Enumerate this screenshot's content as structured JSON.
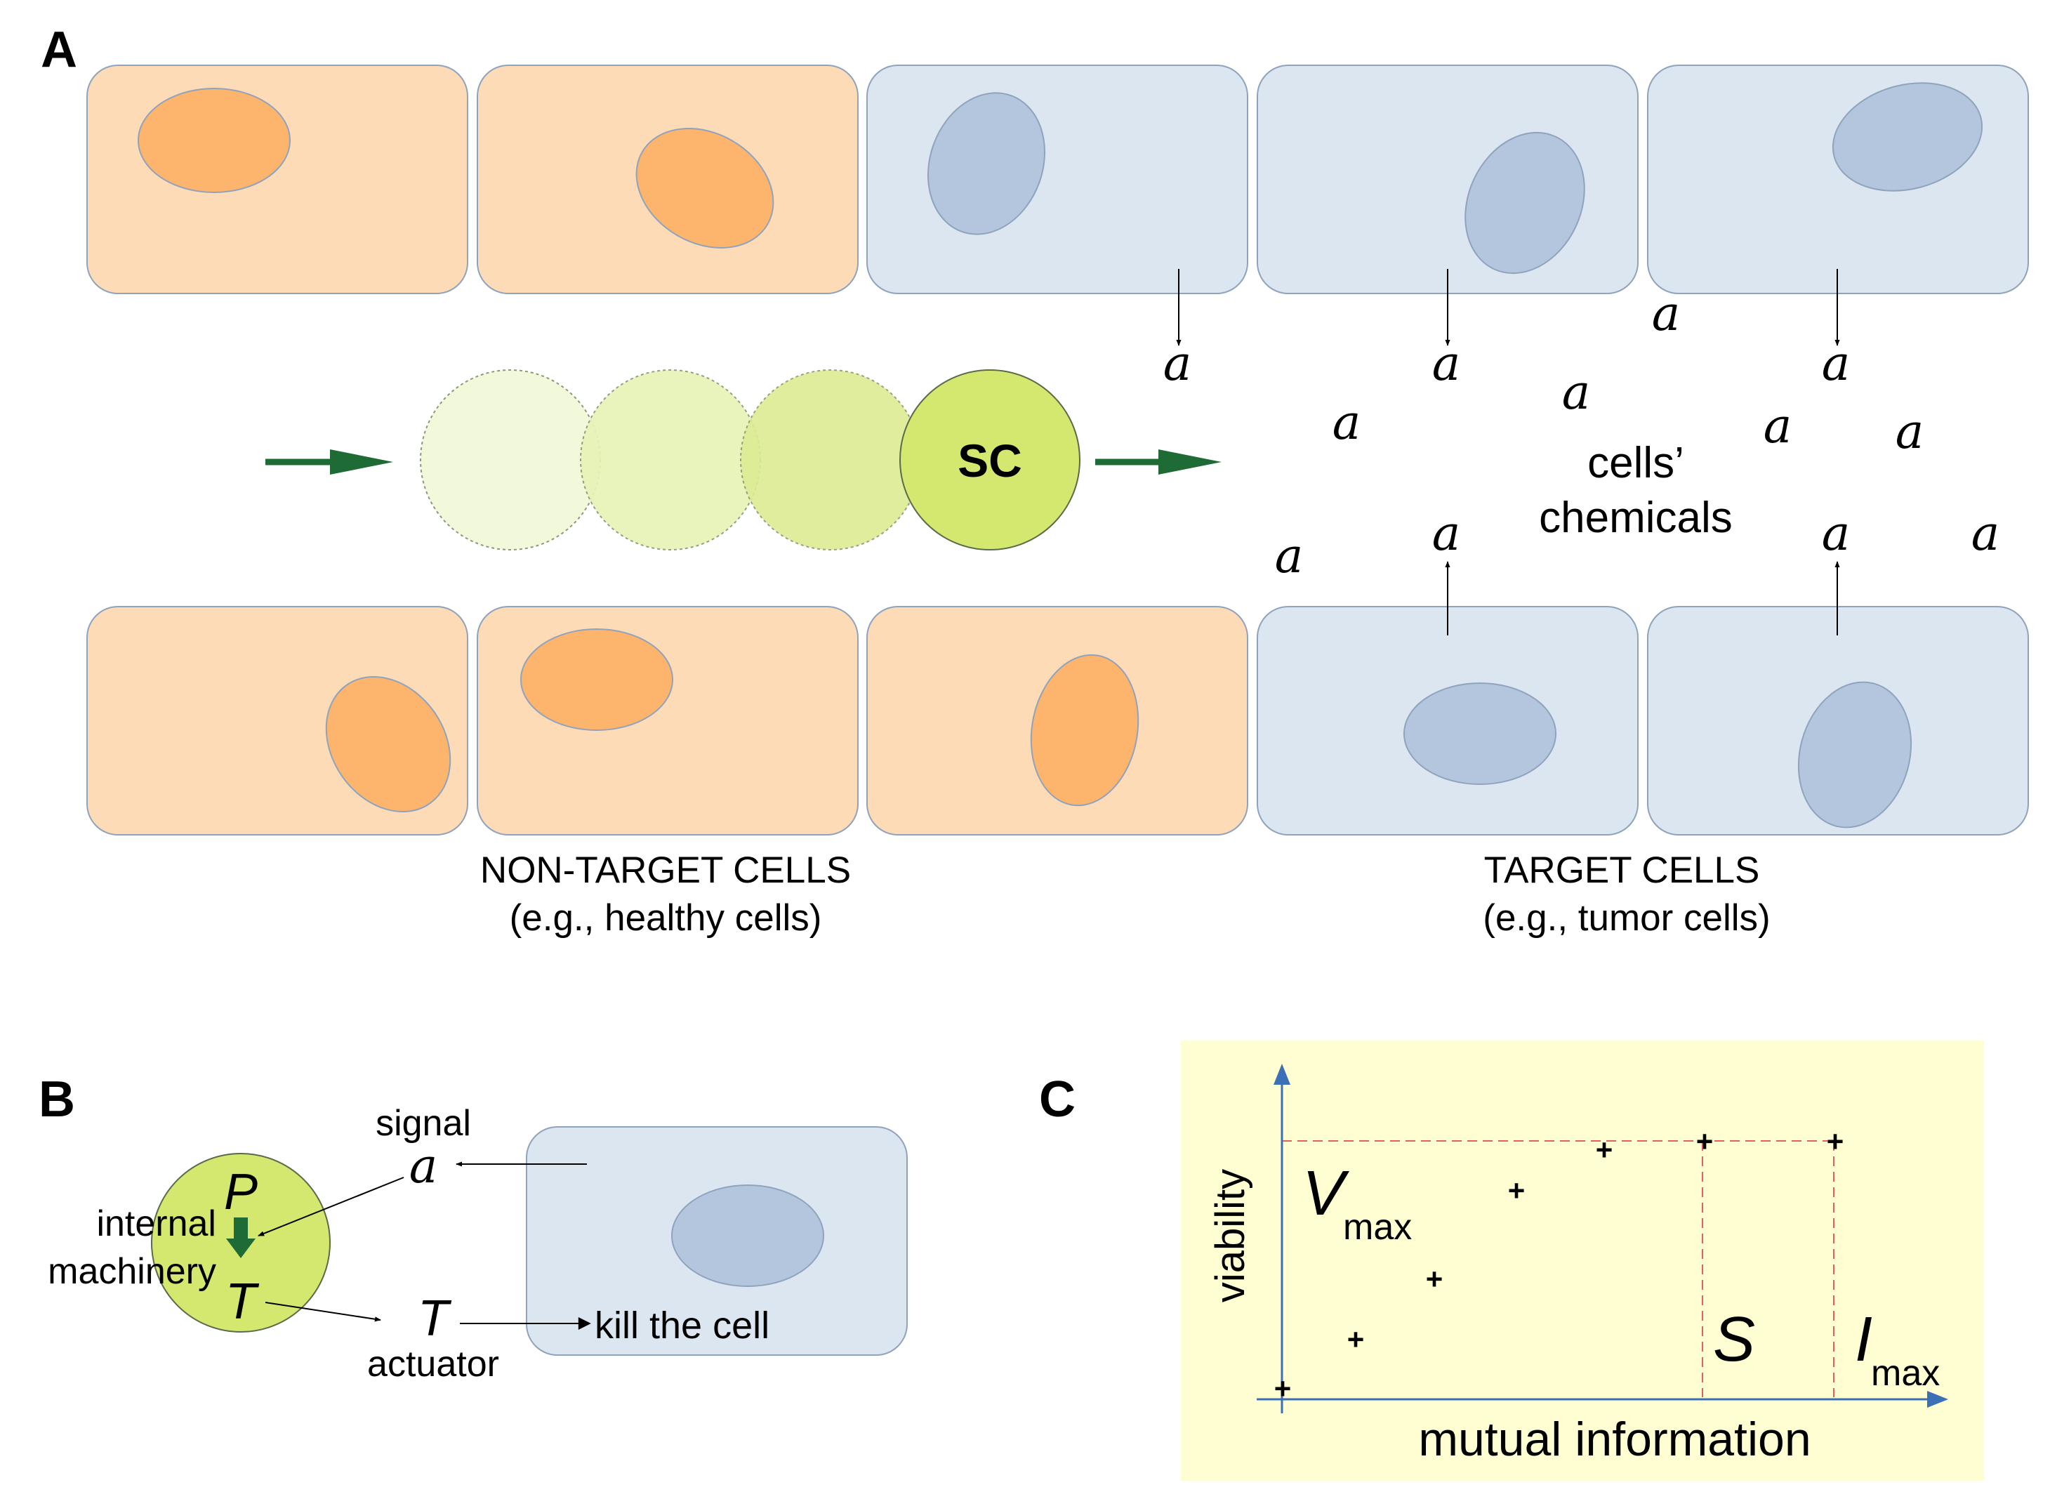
{
  "panel_a": {
    "label": "A",
    "sc_label": "SC",
    "signal_symbol": "a",
    "chemicals_line1": "cells’",
    "chemicals_line2": "chemicals",
    "nontarget_title": "NON-TARGET CELLS",
    "nontarget_subtitle": "(e.g., healthy cells)",
    "target_title": "TARGET CELLS",
    "target_subtitle": "(e.g., tumor cells)"
  },
  "panel_b": {
    "label": "B",
    "signal_label": "signal",
    "signal_symbol": "a",
    "p_symbol": "P",
    "t_symbol": "T",
    "internal_line1": "internal",
    "internal_line2": "machinery",
    "actuator_symbol": "T",
    "actuator_label": "actuator",
    "kill_label": "kill the cell"
  },
  "panel_c": {
    "label": "C",
    "y_label": "viability",
    "x_label": "mutual information",
    "vmax_main": "V",
    "vmax_sub": "max",
    "s_label": "S",
    "imax_main": "I",
    "imax_sub": "max",
    "marker": "+"
  },
  "colors": {
    "nontarget_fill": "#fddbb7",
    "nontarget_nucleus": "#fdb46c",
    "target_fill": "#dce6f0",
    "target_nucleus": "#b3c6de",
    "sc_fill": "#d4e86f",
    "arrow_green": "#1f6b35",
    "plot_bg": "#fefed2",
    "axis_blue": "#3b6fb6",
    "guide_red": "#e2605e"
  }
}
